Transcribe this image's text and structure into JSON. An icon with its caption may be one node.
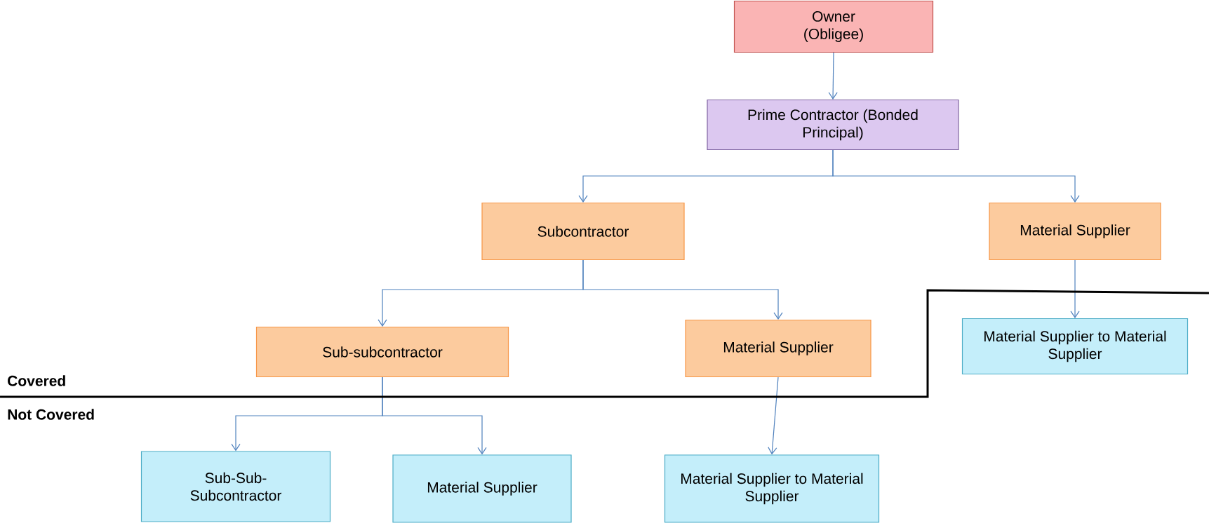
{
  "diagram": {
    "nodes": [
      {
        "text": [
          "Owner (Obligee)"
        ]
      },
      {
        "text": [
          "Prime Contractor (Bonded Principal)"
        ]
      },
      {
        "text": [
          "Subcontractor"
        ]
      },
      {
        "text": [
          "Material Supplier"
        ]
      },
      {
        "text": [
          "Sub-subcontractor"
        ]
      },
      {
        "text": [
          "Material Supplier"
        ]
      },
      {
        "text": [
          "Material Supplier to Material Supplier"
        ]
      },
      {
        "text": [
          "Sub-Sub-Subcontractor"
        ]
      },
      {
        "text": [
          "Material Supplier"
        ]
      },
      {
        "text": [
          "Material Supplier to Material Supplier"
        ]
      }
    ],
    "edges": [
      {
        "from": 0,
        "to": 1,
        "arrow": "to"
      },
      {
        "from": 1,
        "to": 2,
        "arrow": "to"
      },
      {
        "from": 1,
        "to": 3,
        "arrow": "to"
      },
      {
        "from": 2,
        "to": 4,
        "arrow": "to"
      },
      {
        "from": 2,
        "to": 5,
        "arrow": "to"
      },
      {
        "from": 3,
        "to": 6,
        "arrow": "to"
      },
      {
        "from": 4,
        "to": 7,
        "arrow": "to"
      },
      {
        "from": 4,
        "to": 8,
        "arrow": "to"
      },
      {
        "from": 5,
        "to": 9,
        "arrow": "to"
      }
    ],
    "labels": [
      "Covered",
      "Not Covered"
    ]
  }
}
